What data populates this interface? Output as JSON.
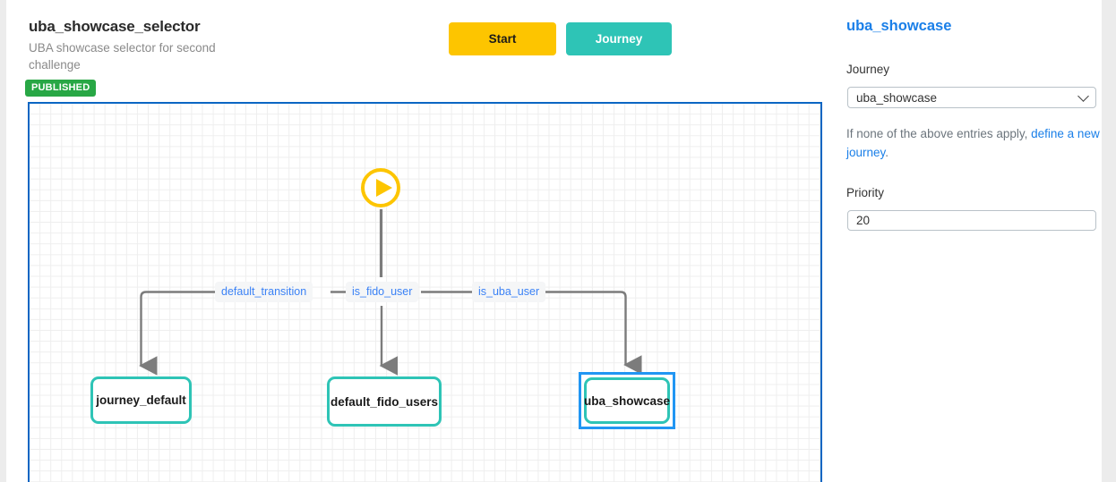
{
  "header": {
    "title": "uba_showcase_selector",
    "subtitle": "UBA showcase selector for second challenge",
    "status_badge": "PUBLISHED",
    "start_button": "Start",
    "journey_button": "Journey"
  },
  "flow": {
    "start_icon": "play-circle-icon",
    "transitions": [
      {
        "label": "default_transition"
      },
      {
        "label": "is_fido_user"
      },
      {
        "label": "is_uba_user"
      }
    ],
    "nodes": [
      {
        "label": "journey_default",
        "selected": false
      },
      {
        "label": "default_fido_users",
        "selected": false
      },
      {
        "label": "uba_showcase",
        "selected": true
      }
    ]
  },
  "panel": {
    "title": "uba_showcase",
    "journey_label": "Journey",
    "journey_value": "uba_showcase",
    "journey_options": [
      "uba_showcase"
    ],
    "helper_text": "If none of the above entries apply, ",
    "helper_link": "define a new journey",
    "helper_suffix": ".",
    "priority_label": "Priority",
    "priority_value": "20"
  },
  "colors": {
    "accent_blue": "#1a7fe8",
    "node_teal": "#2ec4b6",
    "selection_blue": "#2196f3",
    "start_yellow": "#fdc500",
    "badge_green": "#28a745",
    "canvas_border": "#0b66c3"
  }
}
